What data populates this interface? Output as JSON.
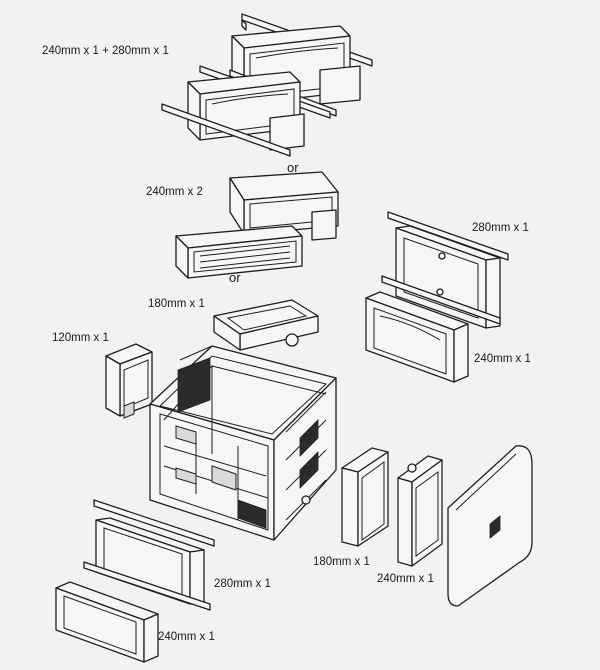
{
  "labels": {
    "top_combo": "240mm x 1 + 280mm x 1",
    "or_1": "or",
    "dual_240": "240mm x 2",
    "or_2": "or",
    "r180_top": "180mm x 1",
    "r120": "120mm x 1",
    "side_280": "280mm x 1",
    "side_240": "240mm x 1",
    "front_180": "180mm x 1",
    "front_240": "240mm x 1",
    "bottom_280": "280mm x 1",
    "bottom_240": "240mm x 1"
  }
}
